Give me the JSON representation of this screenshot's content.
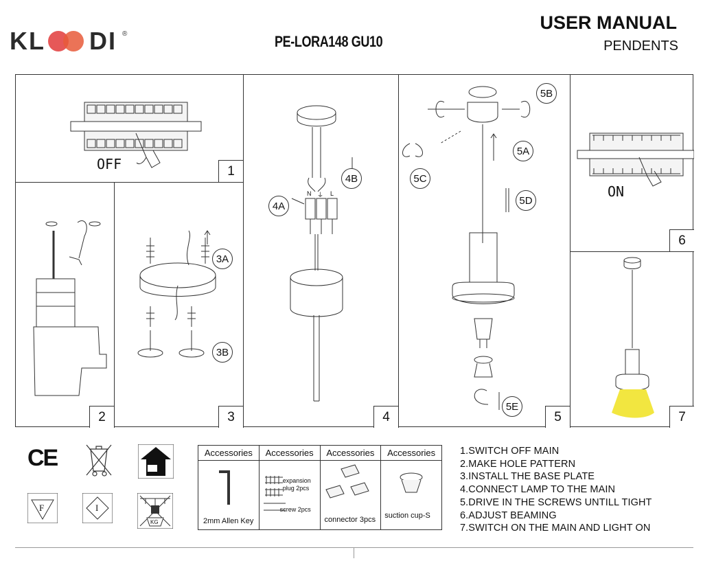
{
  "header": {
    "brand_left": "KL",
    "brand_right": "DI",
    "brand_mark": "®",
    "model": "PE-LORA148 GU10",
    "title": "USER MANUAL",
    "subtitle": "PENDENTS"
  },
  "panels": [
    {
      "num": "1",
      "state": "OFF"
    },
    {
      "num": "2"
    },
    {
      "num": "3",
      "labels": [
        "3A",
        "3B"
      ]
    },
    {
      "num": "4",
      "labels": [
        "4A",
        "4B"
      ]
    },
    {
      "num": "5",
      "labels": [
        "5A",
        "5B",
        "5C",
        "5D",
        "5E"
      ]
    },
    {
      "num": "6",
      "state": "ON"
    },
    {
      "num": "7"
    }
  ],
  "terminal_marks": {
    "n": "N",
    "earth": "⏚",
    "l": "L"
  },
  "certifications": {
    "ce": "CE",
    "f_mark": "F",
    "i_mark": "I",
    "kg": "KG"
  },
  "accessories": {
    "headers": [
      "Accessories",
      "Accessories",
      "Accessories",
      "Accessories"
    ],
    "allen_key": "2mm Allen Key",
    "expansion_plug": "expansion plug 2pcs",
    "screw": "screw 2pcs",
    "connector": "connector 3pcs",
    "suction_cup": "suction cup-S"
  },
  "instructions": [
    "1.SWITCH OFF MAIN",
    "2.MAKE HOLE PATTERN",
    "3.INSTALL THE BASE PLATE",
    "4.CONNECT LAMP TO THE MAIN",
    "5.DRIVE IN THE SCREWS UNTILL TIGHT",
    "6.ADJUST BEAMING",
    "7.SWITCH ON THE MAIN AND LIGHT ON"
  ],
  "colors": {
    "brand_red": "#e23b3b",
    "light_yellow": "#f2e640",
    "line": "#333333"
  }
}
